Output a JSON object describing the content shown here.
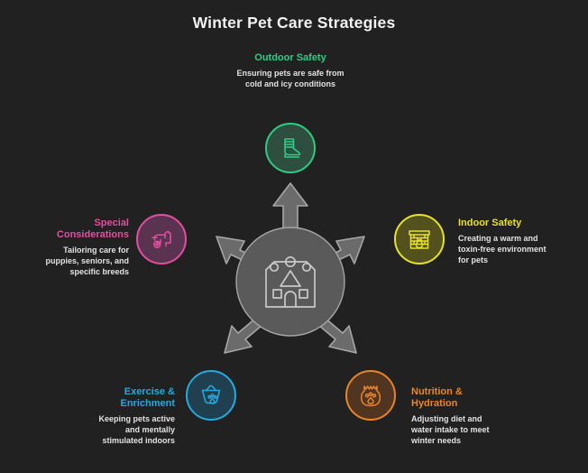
{
  "page": {
    "title": "Winter Pet Care Strategies",
    "background_color": "#212121",
    "title_color": "#f2f2f2"
  },
  "center": {
    "icon": "house-shelter-icon",
    "circle_color": "#5a5a5a",
    "stroke_color": "#c9c9c9",
    "arrow_fill": "#6b6b6b",
    "arrow_stroke": "#a6a6a6"
  },
  "nodes": [
    {
      "id": "outdoor-safety",
      "heading": "Outdoor Safety",
      "description": "Ensuring pets are safe from cold and icy conditions",
      "color": "#2ecc84",
      "fill": "#2e4e40",
      "icon": "boot-icon",
      "align": "center"
    },
    {
      "id": "indoor-safety",
      "heading": "Indoor Safety",
      "description": "Creating a warm and toxin-free environment for pets",
      "color": "#e8e226",
      "fill": "#53521f",
      "icon": "fireplace-icon",
      "align": "left"
    },
    {
      "id": "nutrition-hydration",
      "heading": "Nutrition & Hydration",
      "description": "Adjusting diet and water intake to meet winter needs",
      "color": "#e8852a",
      "fill": "#523520",
      "icon": "food-bag-icon",
      "align": "left"
    },
    {
      "id": "exercise-enrichment",
      "heading": "Exercise & Enrichment",
      "description": "Keeping pets active and mentally stimulated indoors",
      "color": "#29a8e0",
      "fill": "#20404f",
      "icon": "toy-basket-paw-icon",
      "align": "right"
    },
    {
      "id": "special-considerations",
      "heading": "Special Considerations",
      "description": "Tailoring care for puppies, seniors, and specific breeds",
      "color": "#e24fa0",
      "fill": "#5a3350",
      "icon": "dog-wheelchair-icon",
      "align": "right"
    }
  ]
}
